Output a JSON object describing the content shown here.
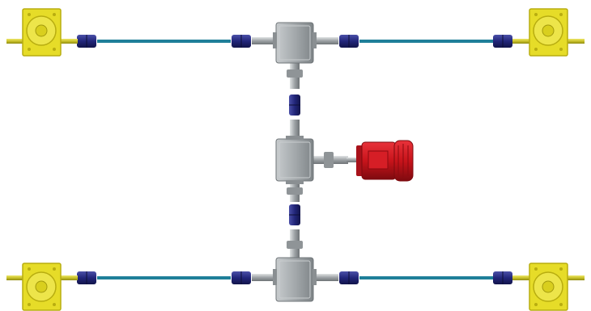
{
  "diagram": {
    "description_visible_text": "",
    "colors": {
      "background": "#ffffff",
      "shaft": "#1f7f99",
      "coupling": "#22267a",
      "gearbox": "#9aa0a3",
      "gearbox_shadow": "#6f7578",
      "jack": "#e6dc28",
      "jack_dark": "#b8ad10",
      "shaft_stub": "#c9c12a",
      "motor": "#c8141b",
      "motor_dark": "#8b0a10",
      "metal": "#b7bcbf"
    },
    "components": {
      "motor": {
        "icon": "electric-motor-icon"
      },
      "gearboxes": [
        {
          "id": "top",
          "icon": "bevel-gearbox-icon"
        },
        {
          "id": "middle",
          "icon": "bevel-gearbox-icon"
        },
        {
          "id": "bottom",
          "icon": "bevel-gearbox-icon"
        }
      ],
      "screw_jacks": [
        {
          "id": "top-left",
          "icon": "screw-jack-icon"
        },
        {
          "id": "top-right",
          "icon": "screw-jack-icon"
        },
        {
          "id": "bottom-left",
          "icon": "screw-jack-icon"
        },
        {
          "id": "bottom-right",
          "icon": "screw-jack-icon"
        }
      ]
    }
  }
}
